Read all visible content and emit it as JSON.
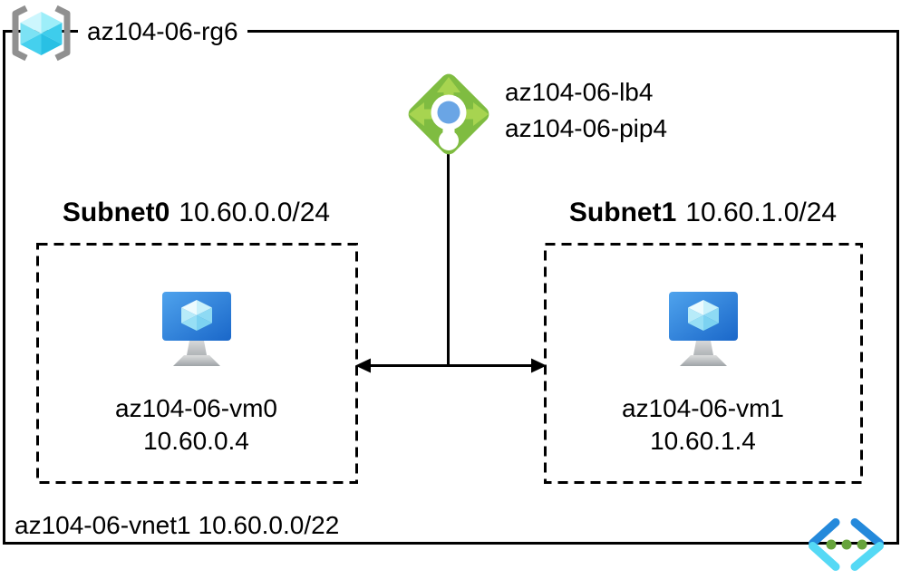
{
  "resource_group": {
    "name": "az104-06-rg6"
  },
  "load_balancer": {
    "name": "az104-06-lb4",
    "public_ip_name": "az104-06-pip4"
  },
  "subnets": [
    {
      "name": "Subnet0",
      "cidr": "10.60.0.0/24",
      "vm_name": "az104-06-vm0",
      "vm_ip": "10.60.0.4"
    },
    {
      "name": "Subnet1",
      "cidr": "10.60.1.0/24",
      "vm_name": "az104-06-vm1",
      "vm_ip": "10.60.1.4"
    }
  ],
  "virtual_network": {
    "name": "az104-06-vnet1",
    "cidr": "10.60.0.0/22"
  },
  "icons": [
    "resource-group-icon",
    "load-balancer-icon",
    "virtual-machine-icon",
    "virtual-machine-icon",
    "virtual-network-icon"
  ],
  "colors": {
    "line": "#000000",
    "bracket_gray": "#909090",
    "cube_cyan": "#45cfec",
    "lb_green": "#69a92e",
    "lb_arrow_green": "#a7d450",
    "lb_dot_blue": "#6aa5e5",
    "vm_monitor_blue": "#2e7fd9",
    "stand_gray": "#b8bcbf",
    "vnet_blue": "#2489db",
    "vnet_cyan": "#55d9f5",
    "vnet_dot_green": "#67a43c"
  }
}
